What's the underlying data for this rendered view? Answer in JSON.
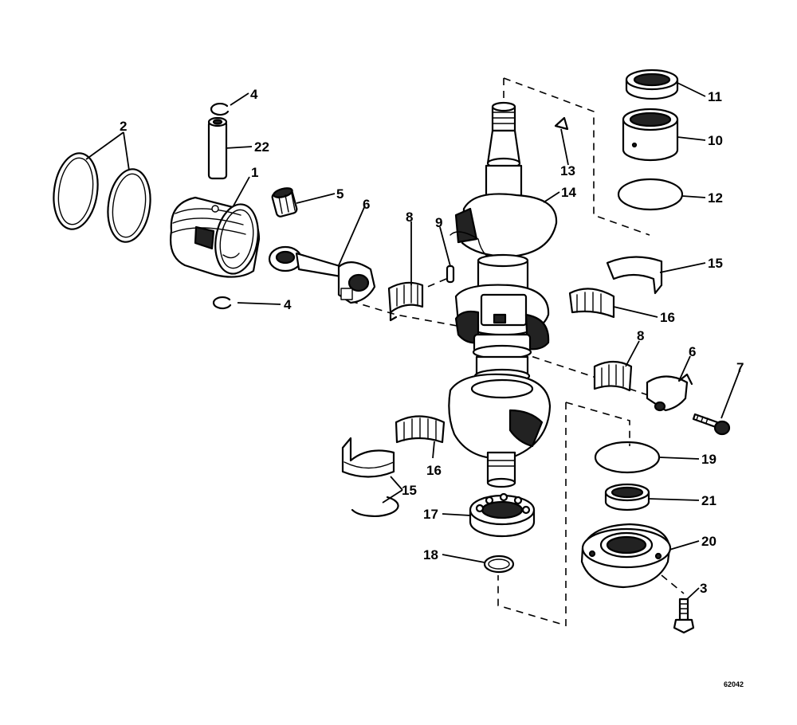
{
  "diagram": {
    "figure_number": "62042",
    "callouts": [
      {
        "id": "c1",
        "text": "1"
      },
      {
        "id": "c2",
        "text": "2"
      },
      {
        "id": "c3",
        "text": "3"
      },
      {
        "id": "c4a",
        "text": "4"
      },
      {
        "id": "c4b",
        "text": "4"
      },
      {
        "id": "c5",
        "text": "5"
      },
      {
        "id": "c6a",
        "text": "6"
      },
      {
        "id": "c6b",
        "text": "6"
      },
      {
        "id": "c7",
        "text": "7"
      },
      {
        "id": "c8a",
        "text": "8"
      },
      {
        "id": "c8b",
        "text": "8"
      },
      {
        "id": "c9",
        "text": "9"
      },
      {
        "id": "c10",
        "text": "10"
      },
      {
        "id": "c11",
        "text": "11"
      },
      {
        "id": "c12",
        "text": "12"
      },
      {
        "id": "c13",
        "text": "13"
      },
      {
        "id": "c14",
        "text": "14"
      },
      {
        "id": "c15a",
        "text": "15"
      },
      {
        "id": "c15b",
        "text": "15"
      },
      {
        "id": "c16a",
        "text": "16"
      },
      {
        "id": "c16b",
        "text": "16"
      },
      {
        "id": "c17",
        "text": "17"
      },
      {
        "id": "c18",
        "text": "18"
      },
      {
        "id": "c19",
        "text": "19"
      },
      {
        "id": "c20",
        "text": "20"
      },
      {
        "id": "c21",
        "text": "21"
      },
      {
        "id": "c22",
        "text": "22"
      }
    ]
  }
}
